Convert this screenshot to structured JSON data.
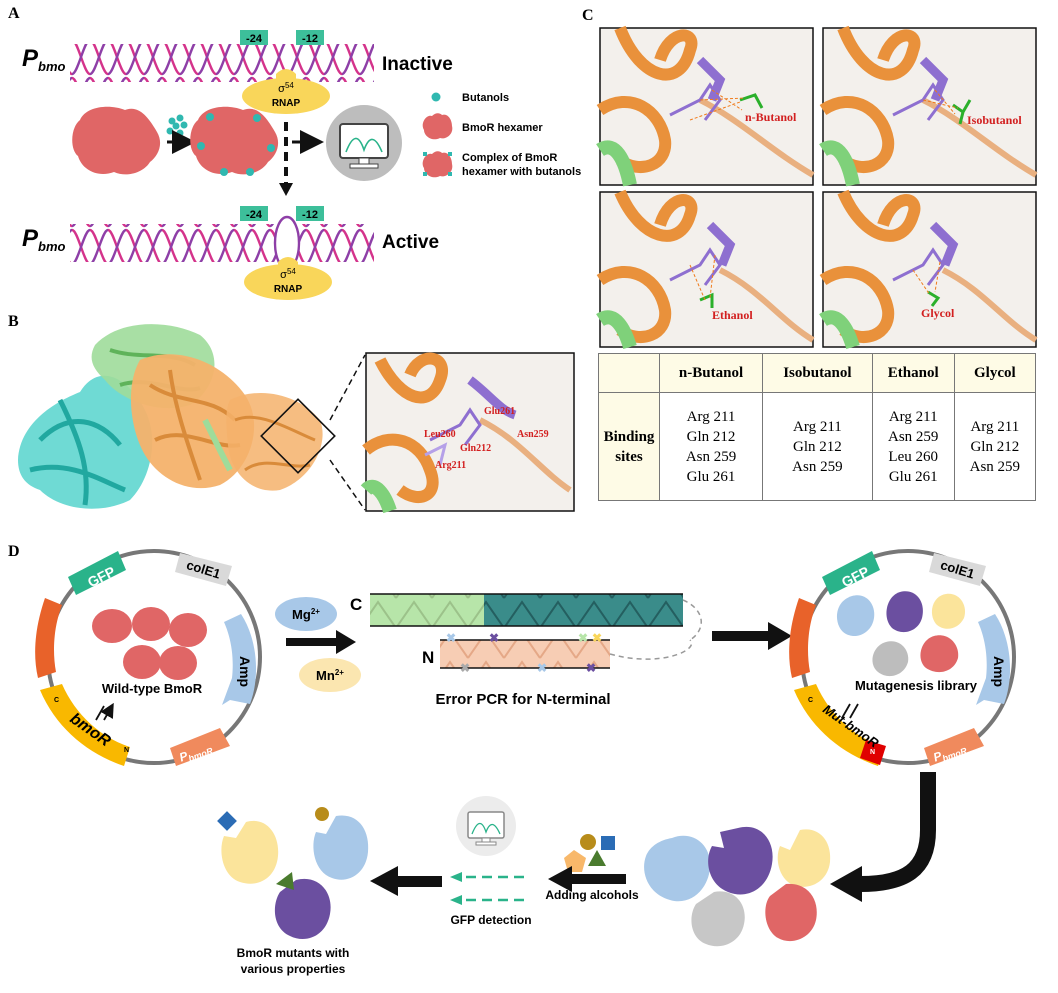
{
  "panels": {
    "a": "A",
    "b": "B",
    "c": "C",
    "d": "D"
  },
  "panel_a": {
    "promoter_main": "P",
    "promoter_sub": "bmo",
    "box_minus24": "-24",
    "box_minus12": "-12",
    "state_inactive": "Inactive",
    "state_active": "Active",
    "sigma": "σ",
    "sigma_sup": "54",
    "rnap": "RNAP",
    "legend": {
      "butanols": "Butanols",
      "hexamer": "BmoR hexamer",
      "complex_line1": "Complex of BmoR",
      "complex_line2": "hexamer with butanols"
    }
  },
  "panel_b": {
    "residues": {
      "glu261": "Glu261",
      "leu260": "Leu260",
      "asn259": "Asn259",
      "gln212": "Gln212",
      "arg211": "Arg211"
    }
  },
  "panel_c": {
    "ligands": {
      "n_butanol": "n-Butanol",
      "isobutanol": "Isobutanol",
      "ethanol": "Ethanol",
      "glycol": "Glycol"
    },
    "table": {
      "headers": [
        "",
        "n-Butanol",
        "Isobutanol",
        "Ethanol",
        "Glycol"
      ],
      "row_label_line1": "Binding",
      "row_label_line2": "sites",
      "sites": [
        [
          "Arg 211",
          "Gln 212",
          "Asn 259",
          "Glu 261"
        ],
        [
          "Arg 211",
          "Gln 212",
          "Asn 259"
        ],
        [
          "Arg 211",
          "Asn 259",
          "Leu 260",
          "Glu 261"
        ],
        [
          "Arg 211",
          "Gln 212",
          "Asn 259"
        ]
      ]
    }
  },
  "panel_d": {
    "plasmid1": {
      "gfp": "GFP",
      "cole1": "colE1",
      "amp": "Amp",
      "p_bmo_main": "P",
      "p_bmo_sub": "bmo",
      "p_bmor_main": "P",
      "p_bmor_sub": "bmoR",
      "gene": "bmoR",
      "gene_c": "C",
      "gene_n": "N",
      "center_label": "Wild-type BmoR"
    },
    "mg": "Mg",
    "mg_sup": "2+",
    "mn": "Mn",
    "mn_sup": "2+",
    "strand_c": "C",
    "strand_n": "N",
    "pcr_label": "Error PCR for N-terminal",
    "plasmid2": {
      "gfp": "GFP",
      "cole1": "colE1",
      "amp": "Amp",
      "p_bmo_main": "P",
      "p_bmo_sub": "bmo",
      "p_bmor_main": "P",
      "p_bmor_sub": "bmoR",
      "gene": "Mut-bmoR",
      "gene_c": "C",
      "gene_n": "N",
      "center_label": "Mutagenesis library"
    },
    "adding_alcohols": "Adding alcohols",
    "gfp_detection": "GFP detection",
    "mutants_line1": "BmoR mutants with",
    "mutants_line2": "various properties"
  },
  "colors": {
    "teal_box": "#3dbf9a",
    "dna_pink": "#d4338b",
    "dna_purple": "#8e3fa7",
    "rnap_yellow": "#f9d65a",
    "hexamer_red": "#e06666",
    "butanol_teal": "#30b8b0",
    "gfp_green": "#2ab38a",
    "cole1_gray": "#d9d9d9",
    "amp_blue": "#a8c8e8",
    "promoter_orange": "#e8622a",
    "pbmor_salmon": "#f08a5d",
    "gene_yellow": "#f9b800",
    "residue_red": "#d21f1f"
  }
}
